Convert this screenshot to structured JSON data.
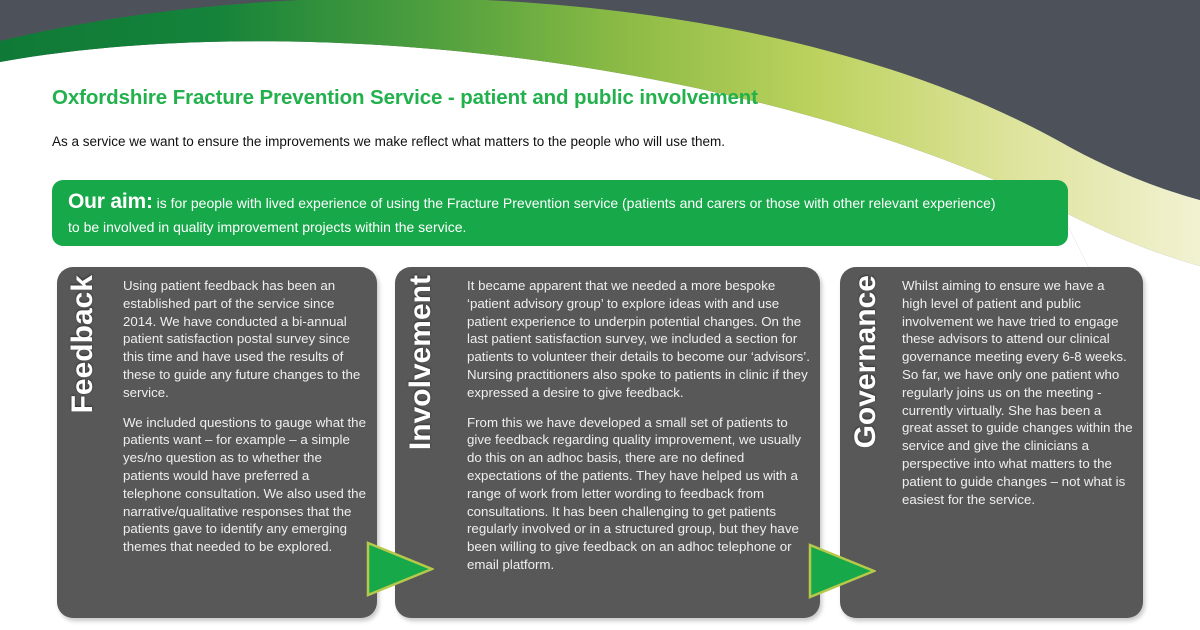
{
  "theme": {
    "brand_green": "#22b14c",
    "aim_box_green": "#17a84a",
    "panel_gray": "#585858",
    "header_dark": "#4d525a",
    "swoosh_dark_green": "#13803a",
    "swoosh_light_green": "#eef0b8",
    "arrow_green": "#17a84a",
    "arrow_outline": "#b6c94a"
  },
  "header": {
    "title": "Oxfordshire Fracture Prevention Service - patient and public involvement",
    "intro": "As a service we want to ensure the improvements we make reflect what matters to the people who will use them."
  },
  "aim": {
    "label": "Our aim:",
    "line1": " is for people with lived experience of using the Fracture Prevention service (patients and carers or those with other relevant experience)",
    "line2": "to be involved in quality improvement projects within the service."
  },
  "panels": [
    {
      "id": "feedback",
      "label": "Feedback",
      "paragraphs": [
        "Using patient feedback has been an established part of the service since 2014. We have conducted a bi-annual patient satisfaction postal survey since this time and have used the results of these to guide any future changes to the service.",
        "We included questions to gauge what the patients want – for example – a simple yes/no question as to whether the patients would have preferred a telephone consultation. We also used the narrative/qualitative responses that the patients gave to identify any emerging themes that needed to be explored."
      ]
    },
    {
      "id": "involvement",
      "label": "Involvement",
      "paragraphs": [
        "It became apparent that we needed a more bespoke ‘patient advisory group’ to explore ideas with and use patient experience to underpin potential changes. On the last patient satisfaction survey, we included a section for patients to volunteer their details to become our ‘advisors’. Nursing practitioners also spoke to patients in clinic if they expressed a desire to give feedback.",
        "From this we have developed a small set of patients to give feedback regarding quality improvement, we usually do this on an adhoc basis, there are no defined expectations of the patients. They have helped us with a range of work from letter wording to feedback from consultations. It has been challenging to get patients regularly involved or in a structured group, but they have been willing to give feedback on an adhoc telephone or email platform."
      ]
    },
    {
      "id": "governance",
      "label": "Governance",
      "paragraphs": [
        "Whilst aiming to ensure we have a high level of patient and public involvement we have tried to engage these advisors to attend our clinical governance meeting every 6-8 weeks. So far, we have only one patient who regularly joins us on the meeting - currently virtually. She has been a great asset to guide changes within the service and give the clinicians a perspective into what matters to the patient to guide changes – not what is easiest for the service."
      ]
    }
  ],
  "arrows": [
    {
      "id": "arrow-feedback-to-involvement",
      "name": "flow-arrow-right-icon"
    },
    {
      "id": "arrow-involvement-to-governance",
      "name": "flow-arrow-right-icon"
    }
  ]
}
